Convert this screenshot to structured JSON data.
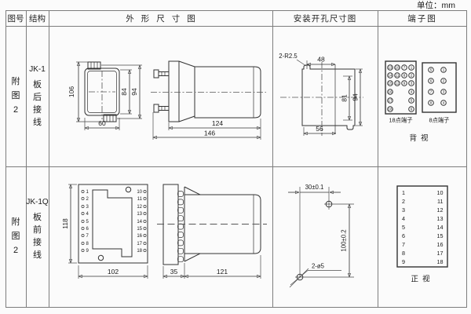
{
  "unit_label": "单位：mm",
  "headers": {
    "fig_no": "图号",
    "structure": "结构",
    "outline": "外形尺寸图",
    "install": "安装开孔尺寸图",
    "terminal": "端子图"
  },
  "row1": {
    "fig": [
      "附",
      "图",
      "2"
    ],
    "model": "JK-1",
    "wiring": [
      "板",
      "后",
      "接",
      "线"
    ],
    "outline": {
      "h_total": "106",
      "h_case": "84",
      "h_outer": "94",
      "w_case": "60",
      "l_body": "124",
      "l_total": "146"
    },
    "install": {
      "notch": "2-R2.5",
      "w_top": "48",
      "h_inner": "81",
      "h_total": "94",
      "w_bottom": "56"
    },
    "terminal": {
      "nums18": [
        "13",
        "10",
        "7",
        "1",
        "14",
        "11",
        "8",
        "2",
        "15",
        "12",
        "9",
        "3",
        "16",
        "4",
        "17",
        "5",
        "18",
        "6"
      ],
      "label18": "18点端子",
      "nums8": [
        "5",
        "1",
        "6",
        "2",
        "7",
        "3",
        "8",
        "4"
      ],
      "label8": "8点端子",
      "view": "背视"
    }
  },
  "row2": {
    "fig": [
      "附",
      "图",
      "2"
    ],
    "model": "JK-1Q",
    "wiring": [
      "板",
      "前",
      "接",
      "线"
    ],
    "outline": {
      "h_plate": "118",
      "w_plate": "102",
      "d_flange": "35",
      "l_body": "121"
    },
    "terminals_left": [
      "1",
      "2",
      "3",
      "4",
      "5",
      "6",
      "7",
      "8",
      "9"
    ],
    "terminals_right": [
      "10",
      "11",
      "12",
      "13",
      "14",
      "15",
      "16",
      "17",
      "18"
    ],
    "install": {
      "w_holes": "30±0.1",
      "h_holes": "100±0.2",
      "holes": "2-ø5"
    },
    "terminal": {
      "view": "正视"
    }
  },
  "colors": {
    "table_line": "#7d7d7d",
    "drawing_line": "#333333",
    "text": "#1a1a1a"
  }
}
